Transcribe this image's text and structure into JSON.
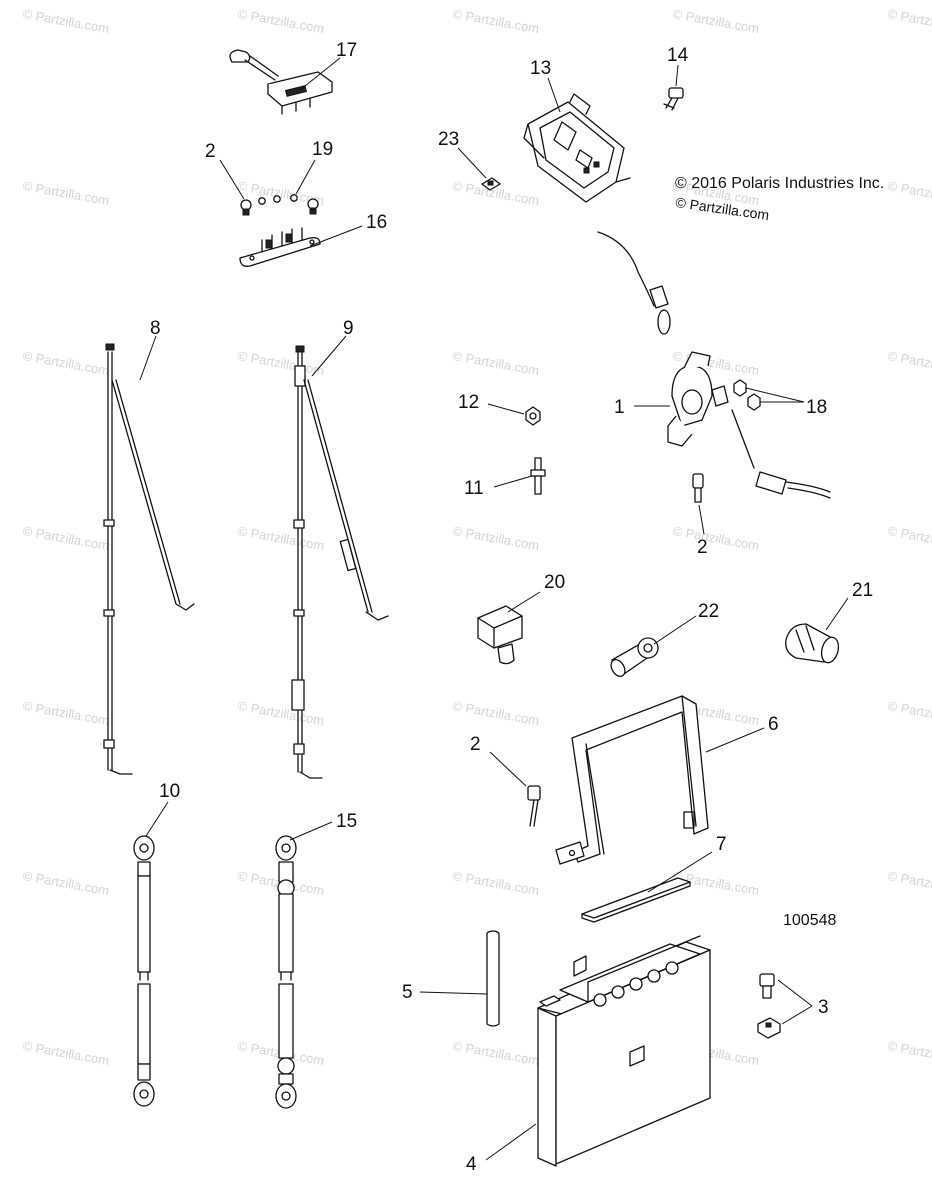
{
  "copyright": "© 2016 Polaris Industries Inc.",
  "watermark_text": "© Partzilla.com",
  "figure_number": "100548",
  "callouts": {
    "c1": "1",
    "c2a": "2",
    "c2b": "2",
    "c2c": "2",
    "c3": "3",
    "c4": "4",
    "c5": "5",
    "c6": "6",
    "c7": "7",
    "c8": "8",
    "c9": "9",
    "c10": "10",
    "c11": "11",
    "c12": "12",
    "c13": "13",
    "c14": "14",
    "c15": "15",
    "c16": "16",
    "c17": "17",
    "c18": "18",
    "c19": "19",
    "c20": "20",
    "c21": "21",
    "c22": "22",
    "c23": "23"
  }
}
